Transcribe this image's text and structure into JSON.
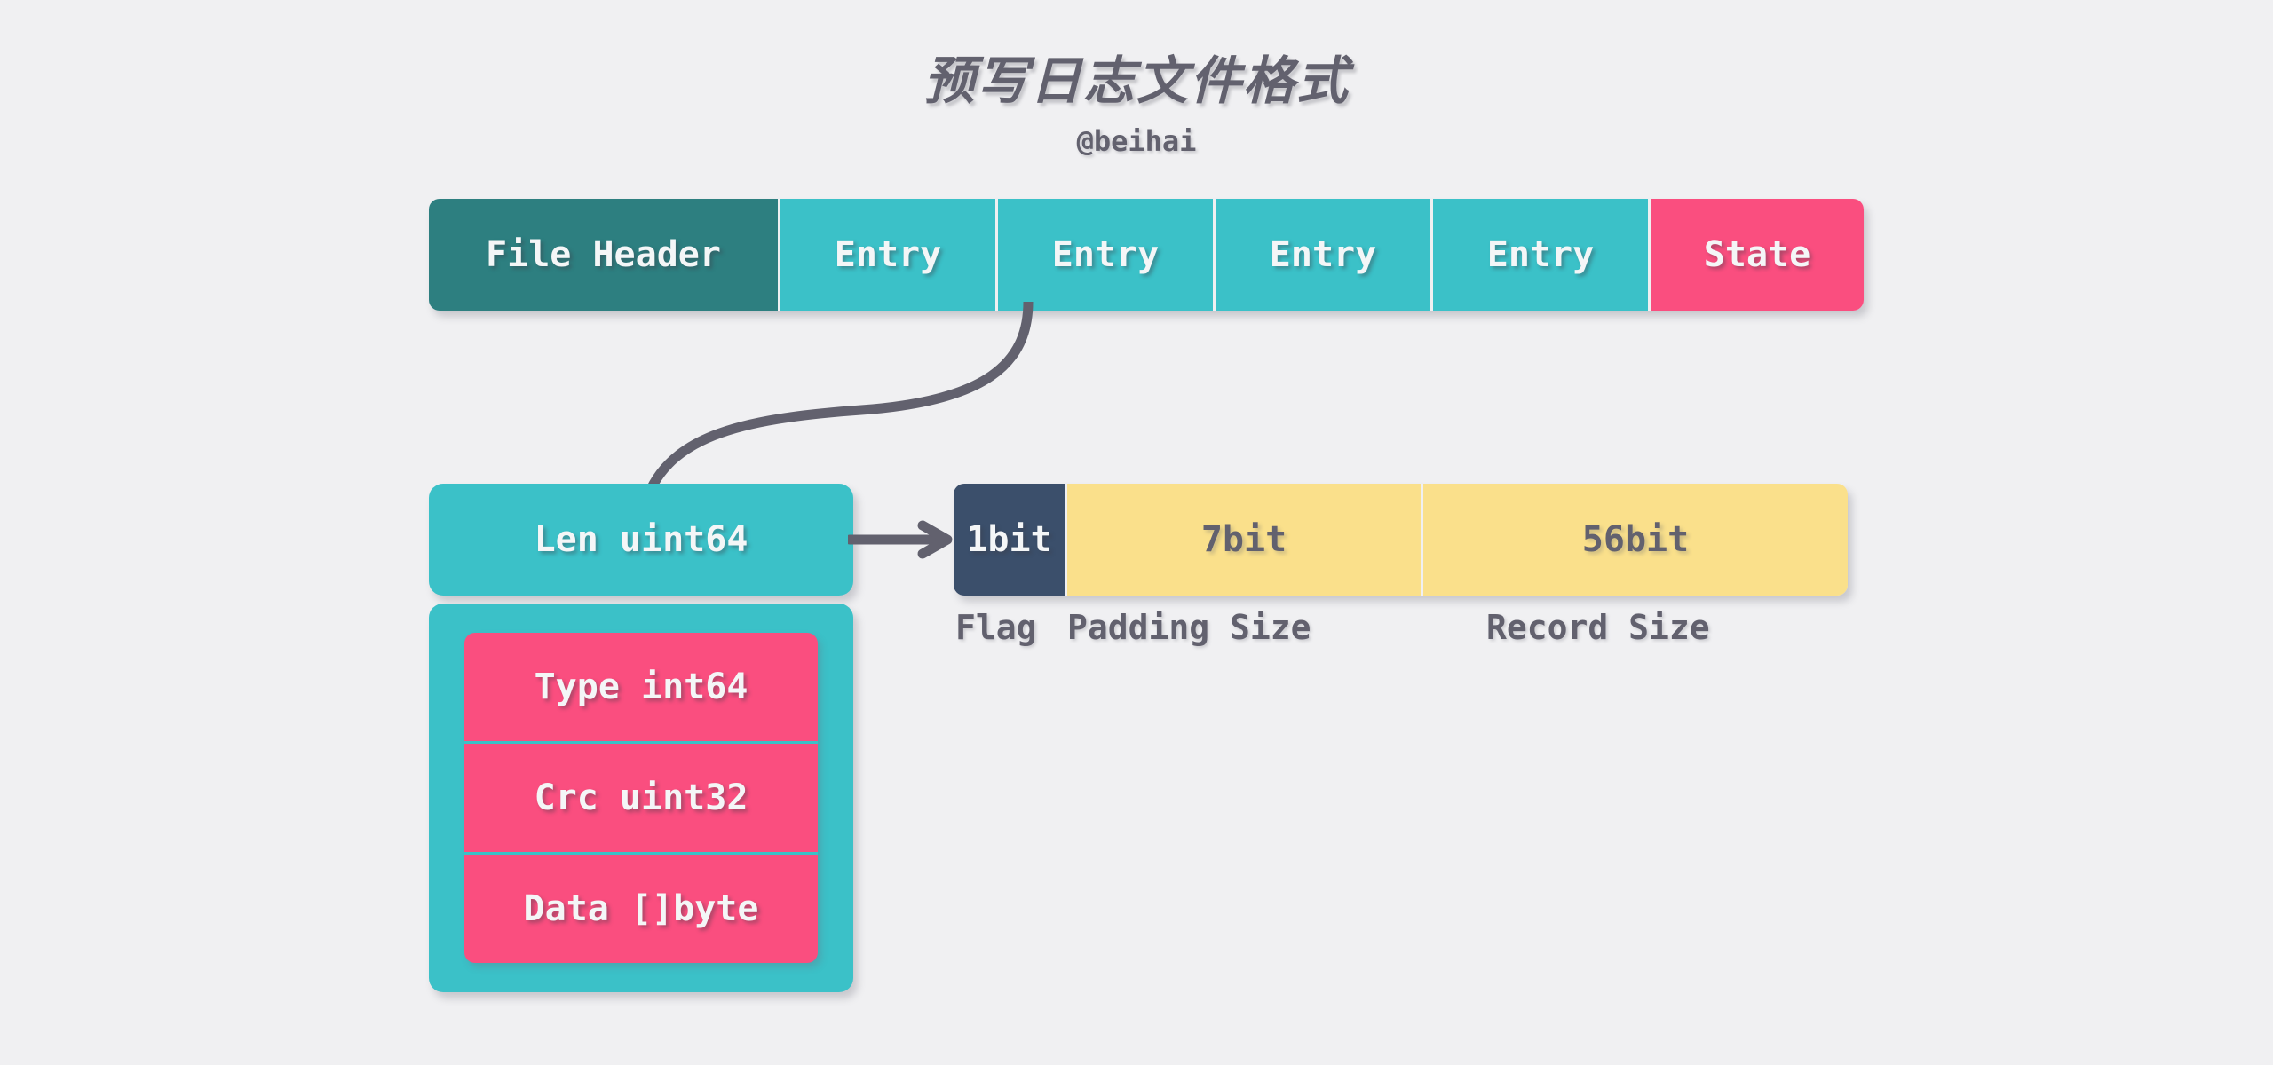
{
  "header": {
    "title": "预写日志文件格式",
    "subtitle": "@beihai"
  },
  "colors": {
    "background": "#f0f0f2",
    "file_header": "#2d7f80",
    "entry": "#3bc1c8",
    "state": "#fa4e7f",
    "flag_bit": "#3b4f6b",
    "size_bits": "#fae08b",
    "text_gray": "#62616e"
  },
  "wal_bar": {
    "segments": [
      {
        "label": "File Header",
        "kind": "file-header"
      },
      {
        "label": "Entry",
        "kind": "entry"
      },
      {
        "label": "Entry",
        "kind": "entry"
      },
      {
        "label": "Entry",
        "kind": "entry"
      },
      {
        "label": "Entry",
        "kind": "entry"
      },
      {
        "label": "State",
        "kind": "state"
      }
    ]
  },
  "len_box": {
    "label": "Len uint64"
  },
  "bitfield": {
    "segments": [
      {
        "label": "1bit",
        "caption": "Flag"
      },
      {
        "label": "7bit",
        "caption": "Padding Size"
      },
      {
        "label": "56bit",
        "caption": "Record Size"
      }
    ]
  },
  "entry_struct": {
    "fields": [
      {
        "label": "Type int64"
      },
      {
        "label": "Crc uint32"
      },
      {
        "label": "Data []byte"
      }
    ]
  }
}
